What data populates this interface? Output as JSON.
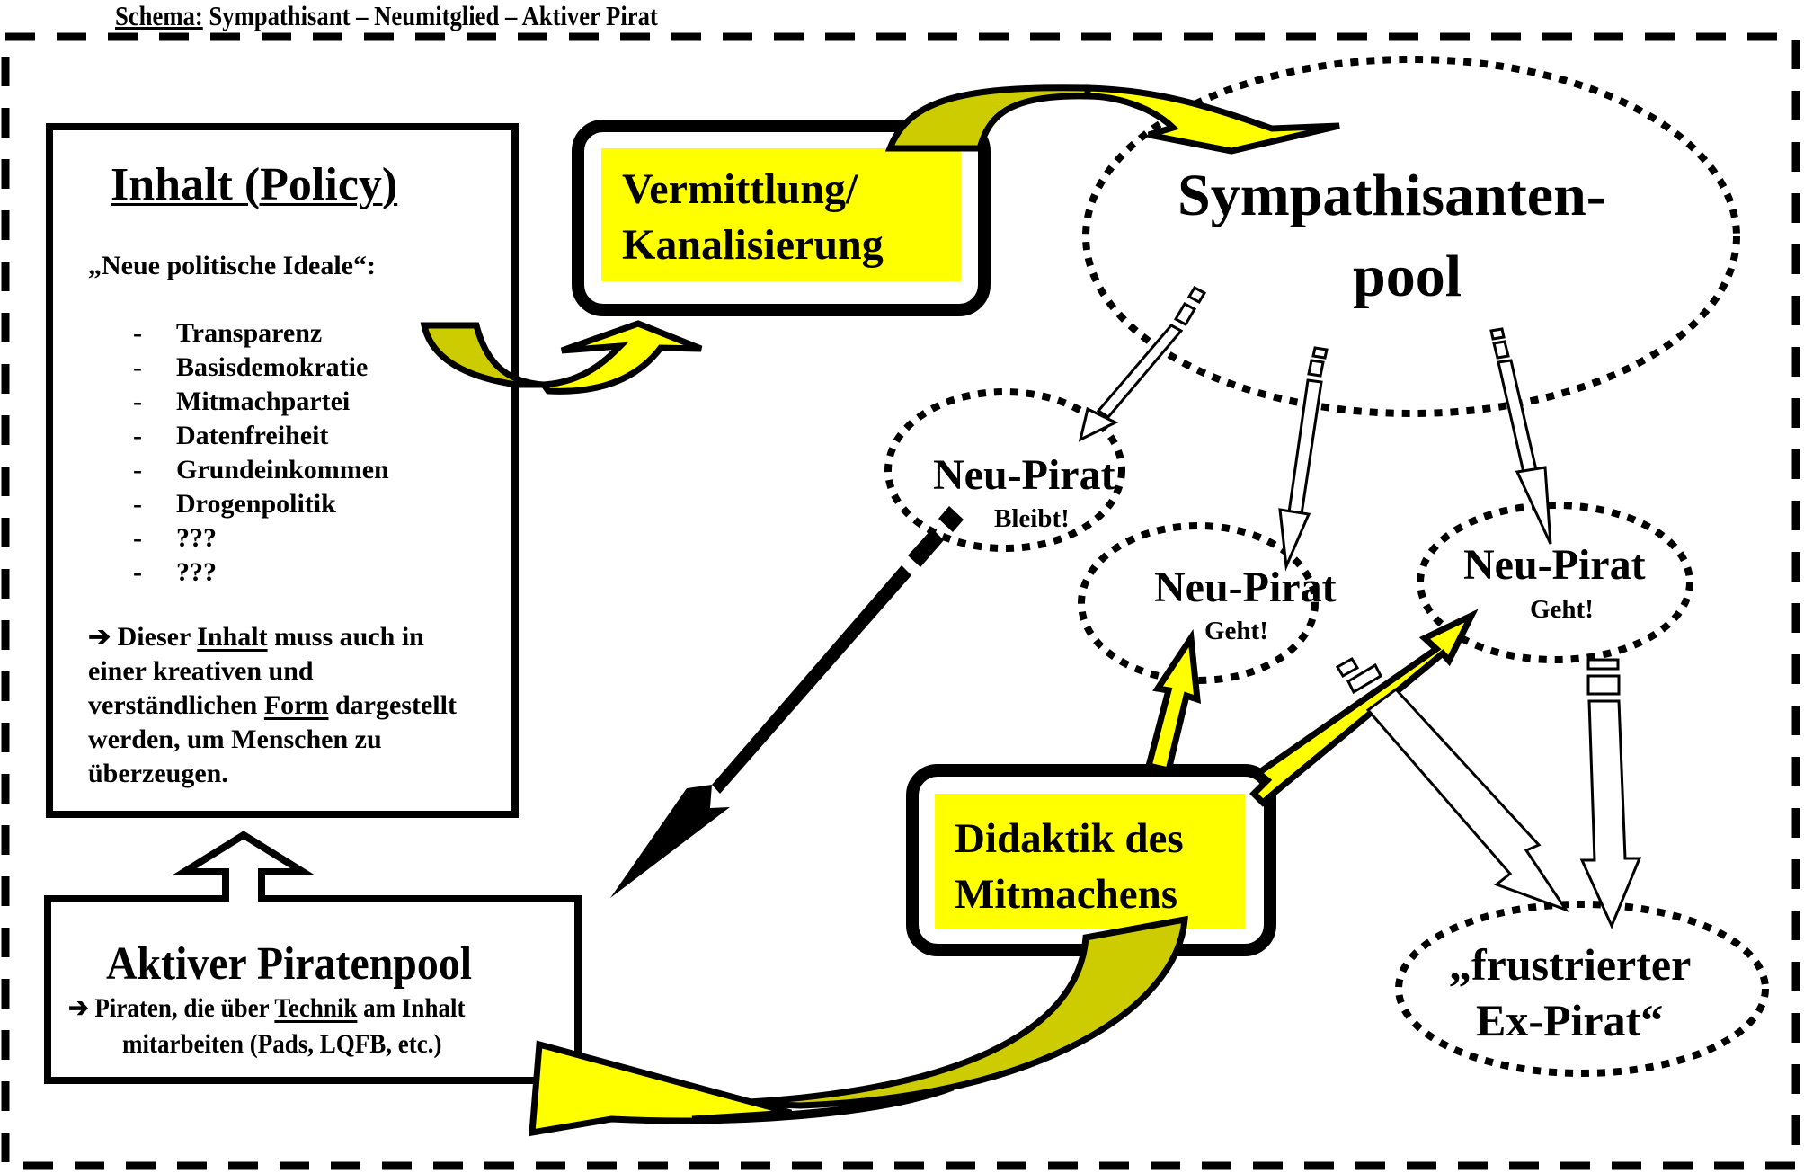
{
  "title": {
    "label": "Schema:",
    "text": " Sympathisant – Neumitglied – Aktiver Pirat"
  },
  "inhalt": {
    "heading": "Inhalt (Policy)",
    "ideale_label": "„Neue politische Ideale“:",
    "items": [
      {
        "dash": "-",
        "text": "Transparenz"
      },
      {
        "dash": "-",
        "text": "Basisdemokratie"
      },
      {
        "dash": "-",
        "text": "Mitmachpartei"
      },
      {
        "dash": "-",
        "text": "Datenfreiheit"
      },
      {
        "dash": "-",
        "text": "Grundeinkommen"
      },
      {
        "dash": "-",
        "text": "Drogenpolitik"
      },
      {
        "dash": "-",
        "text": "???"
      },
      {
        "dash": "-",
        "text": "???"
      }
    ],
    "note": {
      "arrow": "➔",
      "part1": " Dieser ",
      "u1": "Inhalt",
      "part2": " muss auch in einer kreativen und verständlichen ",
      "u2": "Form",
      "part3": " dargestellt werden, um Menschen zu überzeugen."
    }
  },
  "vermittlung": {
    "line1": "Vermittlung/",
    "line2": "Kanalisierung"
  },
  "sympathisantenpool": {
    "line1": "Sympathisanten-",
    "line2": "pool"
  },
  "neu_pirat_bleibt": {
    "title": "Neu-Pirat",
    "status": "Bleibt!"
  },
  "neu_pirat_geht_1": {
    "title": "Neu-Pirat",
    "status": "Geht!"
  },
  "neu_pirat_geht_2": {
    "title": "Neu-Pirat",
    "status": "Geht!"
  },
  "didaktik": {
    "line1": "Didaktik des",
    "line2": "Mitmachens"
  },
  "aktiver_piratenpool": {
    "heading": "Aktiver Piratenpool",
    "arrow": "➔",
    "sub_part1": " Piraten, die über ",
    "sub_u": "Technik",
    "sub_part2": " am Inhalt",
    "sub_line2": "mitarbeiten (Pads, LQFB, etc.)"
  },
  "ex_pirat": {
    "line1": "„frustrierter",
    "line2": "Ex-Pirat“"
  },
  "colors": {
    "yellow": "#ffff00",
    "olive": "#cccc00",
    "black": "#000000"
  }
}
